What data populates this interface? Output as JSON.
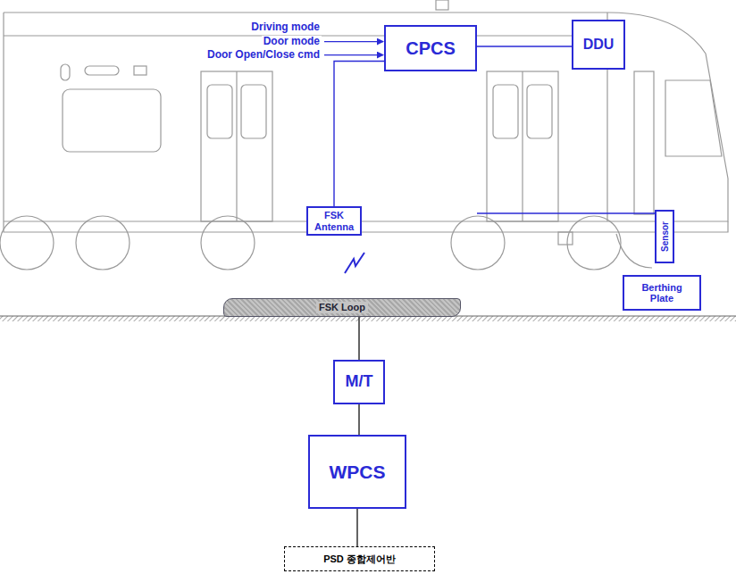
{
  "diagram": {
    "nodes": [
      {
        "text": [
          "CPCS"
        ]
      },
      {
        "text": [
          "DDU"
        ]
      },
      {
        "text": [
          "FSK Antenna"
        ]
      },
      {
        "text": [
          "Sensor"
        ]
      },
      {
        "text": [
          "Berthing Plate"
        ]
      },
      {
        "text": [
          "FSK Loop"
        ]
      },
      {
        "text": [
          "M/T"
        ]
      },
      {
        "text": [
          "WPCS"
        ]
      },
      {
        "text": [
          "PSD 종합제어반"
        ]
      }
    ],
    "edges": [
      {
        "from": 0,
        "to": 1,
        "arrow": "none"
      },
      {
        "from": 0,
        "to": 2,
        "arrow": "none"
      },
      {
        "from": 0,
        "to": 3,
        "arrow": "none"
      },
      {
        "from": 5,
        "to": 6,
        "arrow": "none"
      },
      {
        "from": 6,
        "to": 7,
        "arrow": "none"
      },
      {
        "from": 7,
        "to": 8,
        "arrow": "none"
      }
    ],
    "labels": [
      "Driving mode",
      "Door mode",
      "Door Open/Close cmd"
    ]
  }
}
